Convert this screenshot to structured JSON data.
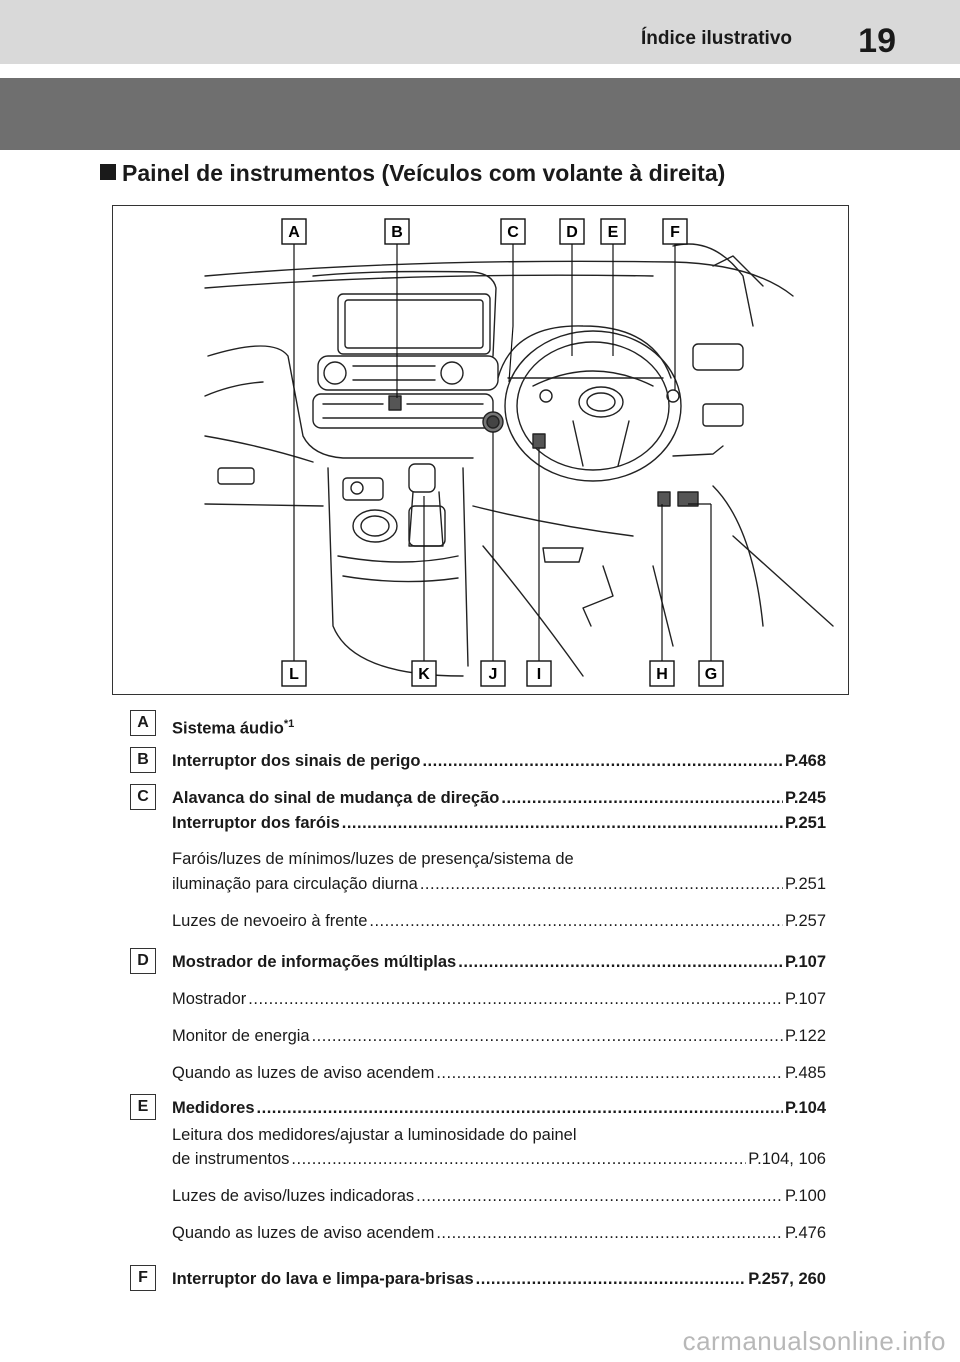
{
  "header": {
    "chapter_title": "Índice ilustrativo",
    "page_number": "19"
  },
  "section": {
    "title": "Painel de instrumentos (Veículos com volante à direita)"
  },
  "figure": {
    "callouts_top": [
      "A",
      "B",
      "C",
      "D",
      "E",
      "F"
    ],
    "callouts_bottom": [
      "L",
      "K",
      "J",
      "I",
      "H",
      "G"
    ]
  },
  "legend": {
    "A": {
      "badge": "A",
      "label": "Sistema áudio",
      "note": "*1"
    },
    "B": {
      "badge": "B",
      "label": "Interruptor dos sinais de perigo",
      "page": "P.468"
    },
    "C": {
      "badge": "C",
      "label": "Alavanca do sinal de mudança de direção",
      "page": "P.245",
      "label2": "Interruptor dos faróis",
      "page2": "P.251",
      "sub": [
        {
          "line1": "Faróis/luzes de mínimos/luzes de presença/sistema de",
          "line2": "iluminação para circulação diurna",
          "page": "P.251"
        },
        {
          "label": "Luzes de nevoeiro à frente",
          "page": "P.257"
        }
      ]
    },
    "D": {
      "badge": "D",
      "label": "Mostrador de informações múltiplas",
      "page": "P.107",
      "sub": [
        {
          "label": "Mostrador",
          "page": "P.107"
        },
        {
          "label": "Monitor de energia",
          "page": "P.122"
        },
        {
          "label": "Quando as luzes de aviso acendem",
          "page": "P.485"
        }
      ]
    },
    "E": {
      "badge": "E",
      "label": "Medidores",
      "page": "P.104",
      "sub": [
        {
          "line1": "Leitura dos medidores/ajustar a luminosidade do painel",
          "line2": "de instrumentos",
          "page": "P.104, 106"
        },
        {
          "label": "Luzes de aviso/luzes indicadoras",
          "page": "P.100"
        },
        {
          "label": "Quando as luzes de aviso acendem",
          "page": "P.476"
        }
      ]
    },
    "F": {
      "badge": "F",
      "label": "Interruptor do lava e limpa-para-brisas",
      "page": "P.257, 260"
    }
  },
  "watermark": "carmanualsonline.info",
  "colors": {
    "header_bar": "#d9d9d9",
    "dark_band": "#6f6f6f",
    "text": "#1a1a1a"
  }
}
